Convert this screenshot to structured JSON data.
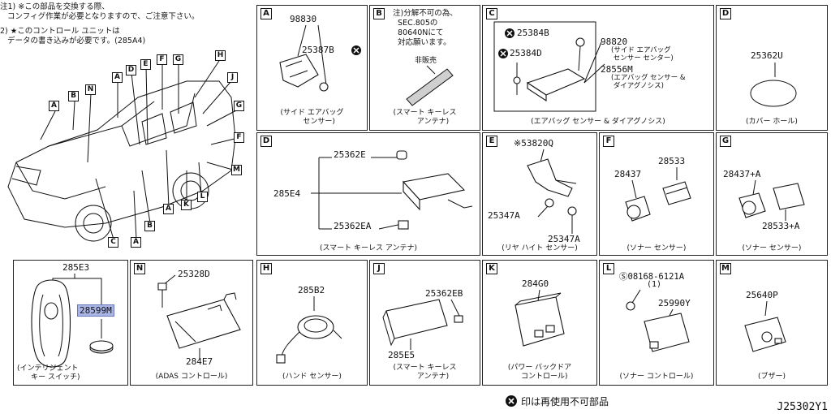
{
  "notes": {
    "note1": "注1) ※この部品を交換する際、\n   コンフィグ作業が必要となりますので、ご注意下さい。",
    "note2": "2) ★このコントロール ユニットは\n   データの書き込みが必要です。(285A4)"
  },
  "vehicle_callouts": [
    "A",
    "B",
    "N",
    "D",
    "E",
    "F",
    "G",
    "H",
    "J",
    "G",
    "F",
    "M",
    "L",
    "K",
    "A",
    "B",
    "C",
    "A",
    "A"
  ],
  "panels": {
    "A": {
      "tag": "A",
      "parts": [
        "98830",
        "25387B"
      ],
      "caption": "(サイド エアバッグ\n      センサー)"
    },
    "B": {
      "tag": "B",
      "note": "注)分解不可の為、\n  SEC.805の\n  80640Nにて\n  対応願います。",
      "label": "非販売",
      "caption": "(スマート キーレス\n       アンテナ)"
    },
    "C": {
      "tag": "C",
      "parts": [
        "25384B",
        "25384D",
        "98820",
        "28556M"
      ],
      "sub1": "(サイド エアバッグ\n センサー センター)",
      "sub2": "(エアバッグ センサー &\n ダイアグノシス)",
      "caption": "(エアバッグ センサー & ダイアグノシス)"
    },
    "D_top": {
      "tag": "D",
      "parts": [
        "25362U"
      ],
      "caption": "(カバー ホール)"
    },
    "D": {
      "tag": "D",
      "parts": [
        "25362E",
        "285E4",
        "25362EA"
      ],
      "caption": "(スマート キーレス アンテナ)"
    },
    "E": {
      "tag": "E",
      "parts": [
        "※53820Q",
        "25347A",
        "25347A"
      ],
      "caption": "(リヤ ハイト センサー)"
    },
    "F": {
      "tag": "F",
      "parts": [
        "28437",
        "28533"
      ],
      "caption": "(ソナー センサー)"
    },
    "G": {
      "tag": "G",
      "parts": [
        "28437+A",
        "28533+A"
      ],
      "caption": "(ソナー センサー)"
    },
    "KEY": {
      "parts": [
        "285E3",
        "28599M"
      ],
      "caption": "(インテリジェント\n      キー スイッチ)"
    },
    "N": {
      "tag": "N",
      "parts": [
        "25328D",
        "284E7"
      ],
      "caption": "(ADAS コントロール)"
    },
    "H": {
      "tag": "H",
      "parts": [
        "285B2"
      ],
      "caption": "(ハンド センサー)"
    },
    "J": {
      "tag": "J",
      "parts": [
        "25362EB",
        "285E5"
      ],
      "caption": "(スマート キーレス\n       アンテナ)"
    },
    "K": {
      "tag": "K",
      "parts": [
        "284G0"
      ],
      "caption": "(パワー バックドア\n    コントロール)"
    },
    "L": {
      "tag": "L",
      "parts": [
        "Ⓢ08168-6121A",
        "(1)",
        "25990Y"
      ],
      "caption": "(ソナー コントロール)"
    },
    "M": {
      "tag": "M",
      "parts": [
        "25640P"
      ],
      "caption": "(ブザー)"
    }
  },
  "legend": {
    "text": "印は再使用不可部品"
  },
  "diagram_id": "J25302Y1",
  "colors": {
    "highlight": "#a9b5e6",
    "line": "#111111"
  }
}
